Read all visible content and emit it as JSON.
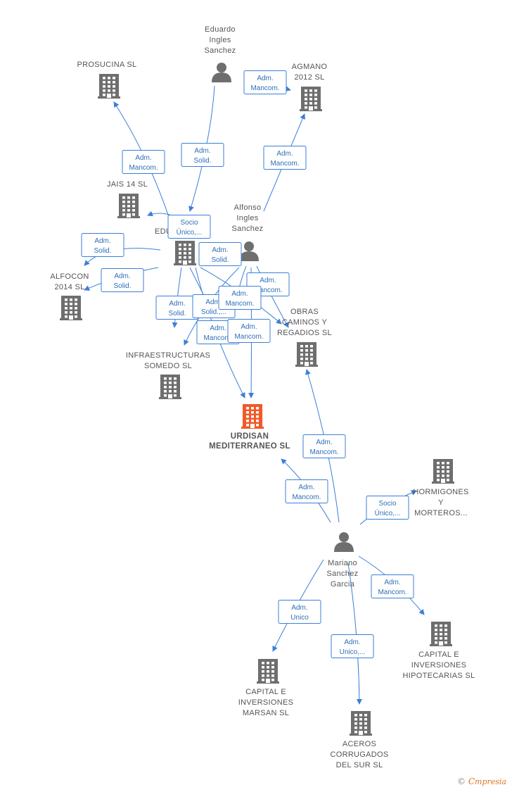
{
  "colors": {
    "edge": "#3b7fd9",
    "icon": "#6e6e6e",
    "main_icon": "#f05a28",
    "box_text": "#2f6fb7"
  },
  "nodes": [
    {
      "id": "eduardo",
      "type": "person",
      "label": [
        "Eduardo",
        "Ingles",
        "Sanchez"
      ]
    },
    {
      "id": "prosucina",
      "type": "company",
      "label": [
        "PROSUCINA SL"
      ]
    },
    {
      "id": "agmano",
      "type": "company",
      "label": [
        "AGMANO",
        "2012 SL"
      ]
    },
    {
      "id": "jais14",
      "type": "company",
      "label": [
        "JAIS 14  SL"
      ]
    },
    {
      "id": "alfonso",
      "type": "person",
      "label": [
        "Alfonso",
        "Ingles",
        "Sanchez"
      ]
    },
    {
      "id": "edu",
      "type": "company",
      "label": [
        "EDU"
      ]
    },
    {
      "id": "alfocon",
      "type": "company",
      "label": [
        "ALFOCON",
        "2014  SL"
      ]
    },
    {
      "id": "obras",
      "type": "company",
      "label": [
        "OBRAS",
        "CAMINOS Y",
        "REGADIOS SL"
      ]
    },
    {
      "id": "infra",
      "type": "company",
      "label": [
        "INFRAESTRUCTURAS",
        "SOMEDO  SL"
      ]
    },
    {
      "id": "urdisan",
      "type": "main",
      "label": [
        "URDISAN",
        "MEDITERRANEO SL"
      ]
    },
    {
      "id": "hormigones",
      "type": "company",
      "label": [
        "HORMIGONES",
        "Y",
        "MORTEROS..."
      ]
    },
    {
      "id": "mariano",
      "type": "person",
      "label": [
        "Mariano",
        "Sanchez",
        "Garcia"
      ]
    },
    {
      "id": "capital_hip",
      "type": "company",
      "label": [
        "CAPITAL E",
        "INVERSIONES",
        "HIPOTECARIAS SL"
      ]
    },
    {
      "id": "capital_mar",
      "type": "company",
      "label": [
        "CAPITAL E",
        "INVERSIONES",
        "MARSAN SL"
      ]
    },
    {
      "id": "aceros",
      "type": "company",
      "label": [
        "ACEROS",
        "CORRUGADOS",
        "DEL SUR  SL"
      ]
    }
  ],
  "relations": [
    {
      "id": "r1",
      "label": [
        "Adm.",
        "Mancom."
      ]
    },
    {
      "id": "r2",
      "label": [
        "Adm.",
        "Solid."
      ]
    },
    {
      "id": "r3",
      "label": [
        "Adm.",
        "Mancom."
      ]
    },
    {
      "id": "r4",
      "label": [
        "Adm.",
        "Mancom."
      ]
    },
    {
      "id": "r5",
      "label": [
        "Socio",
        "Único,..."
      ]
    },
    {
      "id": "r6",
      "label": [
        "Adm.",
        "Solid."
      ]
    },
    {
      "id": "r7",
      "label": [
        "Adm.",
        "Solid."
      ]
    },
    {
      "id": "r8",
      "label": [
        "Adm.",
        "Solid."
      ]
    },
    {
      "id": "r9",
      "label": [
        "Adm.",
        "Mancom."
      ]
    },
    {
      "id": "r10",
      "label": [
        "Adm.",
        "Solid."
      ]
    },
    {
      "id": "r11",
      "label": [
        "Adm.",
        "Solid.,..."
      ]
    },
    {
      "id": "r12",
      "label": [
        "Adm.",
        "Mancom."
      ]
    },
    {
      "id": "r13",
      "label": [
        "Adm.",
        "Mancom."
      ]
    },
    {
      "id": "r14",
      "label": [
        "Adm.",
        "Mancom."
      ]
    },
    {
      "id": "r15",
      "label": [
        "Adm.",
        "Mancom."
      ]
    },
    {
      "id": "r16",
      "label": [
        "Adm.",
        "Mancom."
      ]
    },
    {
      "id": "r17",
      "label": [
        "Socio",
        "Único,..."
      ]
    },
    {
      "id": "r18",
      "label": [
        "Adm.",
        "Mancom."
      ]
    },
    {
      "id": "r19",
      "label": [
        "Adm.",
        "Unico"
      ]
    },
    {
      "id": "r20",
      "label": [
        "Adm.",
        "Unico,..."
      ]
    }
  ],
  "footer": {
    "copyright": "©",
    "brand_first": "C",
    "brand_rest": "mpresia"
  }
}
